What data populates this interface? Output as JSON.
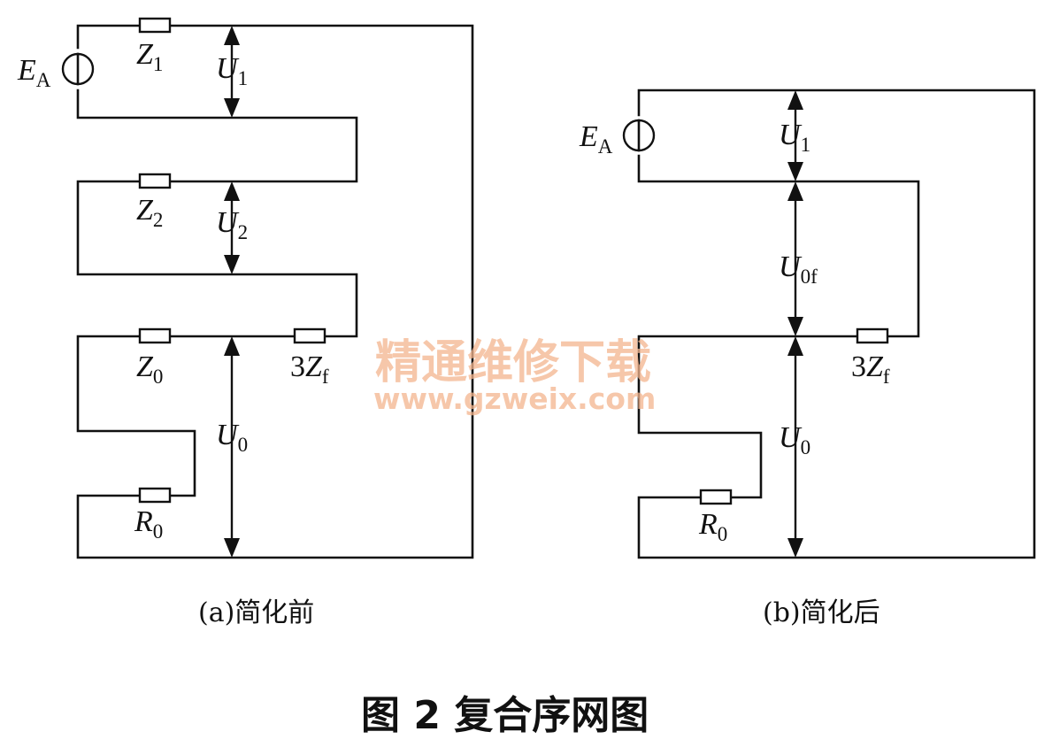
{
  "diagram_a": {
    "source": {
      "main": "E",
      "sub": "A"
    },
    "Z1": {
      "main": "Z",
      "sub": "1"
    },
    "U1": {
      "main": "U",
      "sub": "1"
    },
    "Z2": {
      "main": "Z",
      "sub": "2"
    },
    "U2": {
      "main": "U",
      "sub": "2"
    },
    "Z0": {
      "main": "Z",
      "sub": "0"
    },
    "Zf": {
      "prefix": "3",
      "main": "Z",
      "sub": "f"
    },
    "U0": {
      "main": "U",
      "sub": "0"
    },
    "R0": {
      "main": "R",
      "sub": "0"
    },
    "caption": "(a)简化前"
  },
  "diagram_b": {
    "source": {
      "main": "E",
      "sub": "A"
    },
    "U1": {
      "main": "U",
      "sub": "1"
    },
    "U0f": {
      "main": "U",
      "sub": "0f"
    },
    "Zf": {
      "prefix": "3",
      "main": "Z",
      "sub": "f"
    },
    "U0": {
      "main": "U",
      "sub": "0"
    },
    "R0": {
      "main": "R",
      "sub": "0"
    },
    "caption": "(b)简化后"
  },
  "figure_title": "图 2 复合序网图",
  "watermark": {
    "line1": "精通维修下载",
    "line2": "www.gzweix.com"
  }
}
